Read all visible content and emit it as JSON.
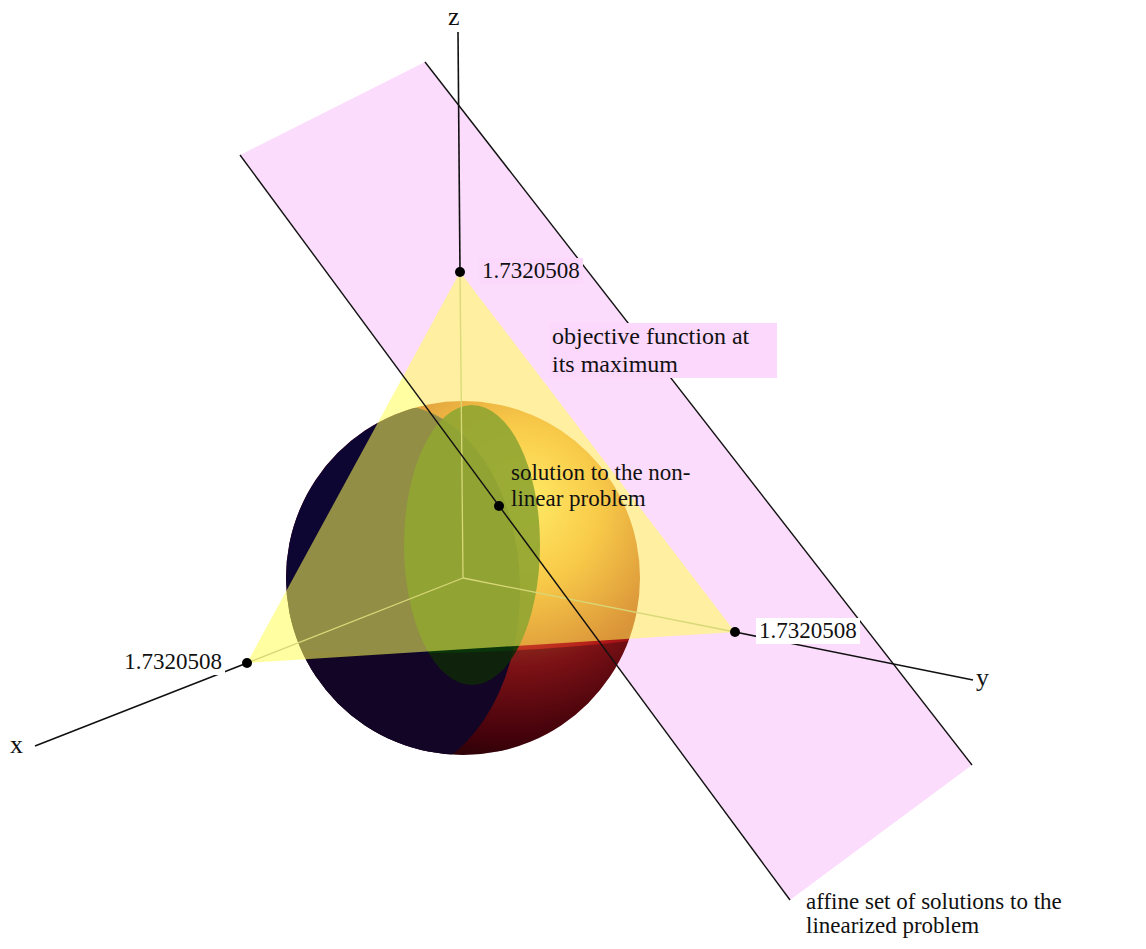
{
  "diagram": {
    "labels": [
      "z",
      "1.7320508",
      "objective function at its maximum",
      "solution to the non-linear problem",
      "1.7320508",
      "x",
      "1.7320508",
      "y",
      "affine set of solutions to the linearized problem"
    ]
  }
}
